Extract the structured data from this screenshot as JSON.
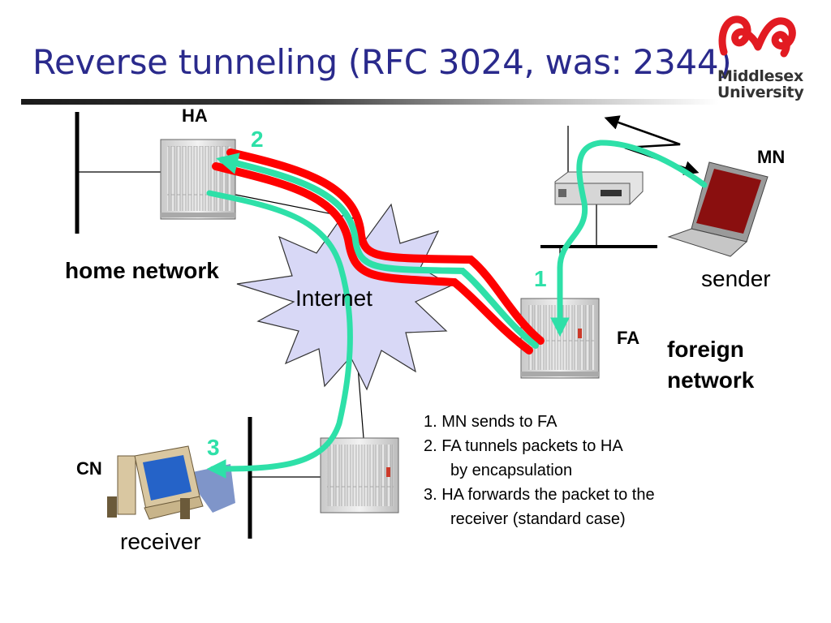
{
  "title": "Reverse tunneling (RFC 3024, was: 2344)",
  "logo": {
    "line1": "Middlesex",
    "line2": "University",
    "brand_color": "#e21b22"
  },
  "labels": {
    "ha": "HA",
    "mn": "MN",
    "fa": "FA",
    "cn": "CN",
    "internet": "Internet",
    "home_network": "home network",
    "foreign_network_line1": "foreign",
    "foreign_network_line2": "network",
    "sender": "sender",
    "receiver": "receiver"
  },
  "step_markers": {
    "s1": "1",
    "s2": "2",
    "s3": "3"
  },
  "steps": {
    "l1": "1. MN sends to FA",
    "l2": "2. FA tunnels packets to HA",
    "l2b": "by encapsulation",
    "l3": "3. HA forwards the packet to the",
    "l3b": "receiver (standard case)"
  },
  "colors": {
    "tunnel": "#ff0000",
    "path": "#2ee0a8",
    "cloud": "#d8d8f6",
    "title": "#2a2a8c"
  }
}
